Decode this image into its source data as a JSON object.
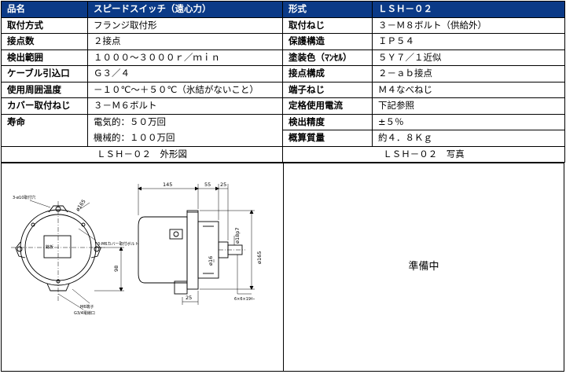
{
  "spec": {
    "header": {
      "name_label": "品名",
      "name_value": "スピードスイッチ（遠心力）",
      "model_label": "形式",
      "model_value": "ＬＳＨ－０２"
    },
    "rows": [
      {
        "left_label": "取付方式",
        "left_value": "フランジ取付形",
        "right_label": "取付ねじ",
        "right_value": "３－Ｍ８ボルト（供給外）"
      },
      {
        "left_label": "接点数",
        "left_value": "２接点",
        "right_label": "保護構造",
        "right_value": "ＩＰ５４"
      },
      {
        "left_label": "検出範囲",
        "left_value": "１０００～３０００ｒ／ｍｉｎ",
        "right_label": "塗装色（ﾏﾝｾﾙ）",
        "right_value": "５Ｙ７／１近似"
      },
      {
        "left_label": "ケーブル引込口",
        "left_value": "Ｇ３／４",
        "right_label": "接点構成",
        "right_value": "２－ａｂ接点"
      },
      {
        "left_label": "使用周囲温度",
        "left_value": "－１０℃～＋５０℃（氷結がないこと）",
        "right_label": "端子ねじ",
        "right_value": "Ｍ４なべねじ"
      },
      {
        "left_label": "カバー取付ねじ",
        "left_value": "３－Ｍ６ボルト",
        "right_label": "定格使用電流",
        "right_value": "下記参照"
      }
    ],
    "life": {
      "label": "寿命",
      "electrical": "電気的：５０万回",
      "mechanical": "機械的：１００万回",
      "accuracy_label": "検出精度",
      "accuracy_value": "±５％",
      "mass_label": "概算質量",
      "mass_value": "約４．８Ｋｇ"
    },
    "captions": {
      "drawing": "ＬＳＨ－０２　外形図",
      "photo": "ＬＳＨ－０２　写真"
    },
    "photo_placeholder": "準備中"
  },
  "drawing": {
    "dims": {
      "d145": "145",
      "d55": "55",
      "d25_top": "25",
      "d25_bottom": "25",
      "d98": "98",
      "phi165_front": "ø165",
      "phi165_side": "ø165",
      "phi18p7": "ø18p7",
      "phi16": "ø16",
      "key": "6×6×19ｷｰ"
    },
    "notes": {
      "mounting_holes": "3-ø10取付穴",
      "cover_bolts": "3-M6カバー取付ボルト",
      "nameplate": "銘板",
      "nameplate_note": "M6端子",
      "cable_entry": "G3/4電線口"
    }
  }
}
